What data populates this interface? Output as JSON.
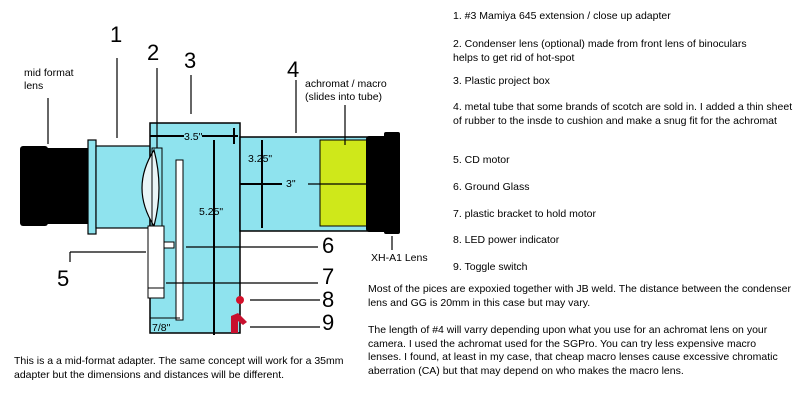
{
  "labels": {
    "mid_format_lens": [
      "mid format",
      "lens"
    ],
    "achromat_macro": [
      "achromat / macro",
      "(slides into tube)"
    ],
    "xh_a1_lens": "XH-A1 Lens"
  },
  "callout_numbers": [
    "1",
    "2",
    "3",
    "4",
    "5",
    "6",
    "7",
    "8",
    "9"
  ],
  "dimensions": {
    "box_top": "3.5\"",
    "tube_height": "3.25\"",
    "tube_length": "3\"",
    "box_height": "5.25\"",
    "bracket_width": "7/8\""
  },
  "legend": [
    "1. #3 Mamiya 645 extension / close up adapter",
    "2. Condenser lens (optional) made from front lens of binoculars helps to get rid of hot-spot",
    "3. Plastic project box",
    "4. metal tube that some brands of scotch are sold in. I added a thin sheet of rubber to the insde to cushion and make a snug fit for the achromat",
    "5. CD motor",
    "6. Ground Glass",
    "7. plastic bracket to hold motor",
    "8. LED power indicator",
    "9. Toggle switch"
  ],
  "notes": {
    "assembly": "Most of the pices are expoxied together with JB weld.  The distance between the condenser lens and GG is 20mm in this case but may vary.",
    "achromat": "The length of #4 will varry depending upon what you use for an achromat lens on your camera.  I used the achromat used for the SGPro.  You can try less expensive macro lenses.  I found, at least in my case, that cheap macro lenses cause excessive chromatic aberration (CA) but that may depend on who makes the macro lens.",
    "format": "This is a a mid-format adapter.  The same concept will work for a 35mm adapter but the dimensions and distances will be different."
  },
  "colors": {
    "box_fill": "#8fe3ee",
    "achromat_fill": "#cfe81a",
    "lens_black": "#000000",
    "led_red": "#d4102a",
    "switch_red": "#c8102e"
  }
}
